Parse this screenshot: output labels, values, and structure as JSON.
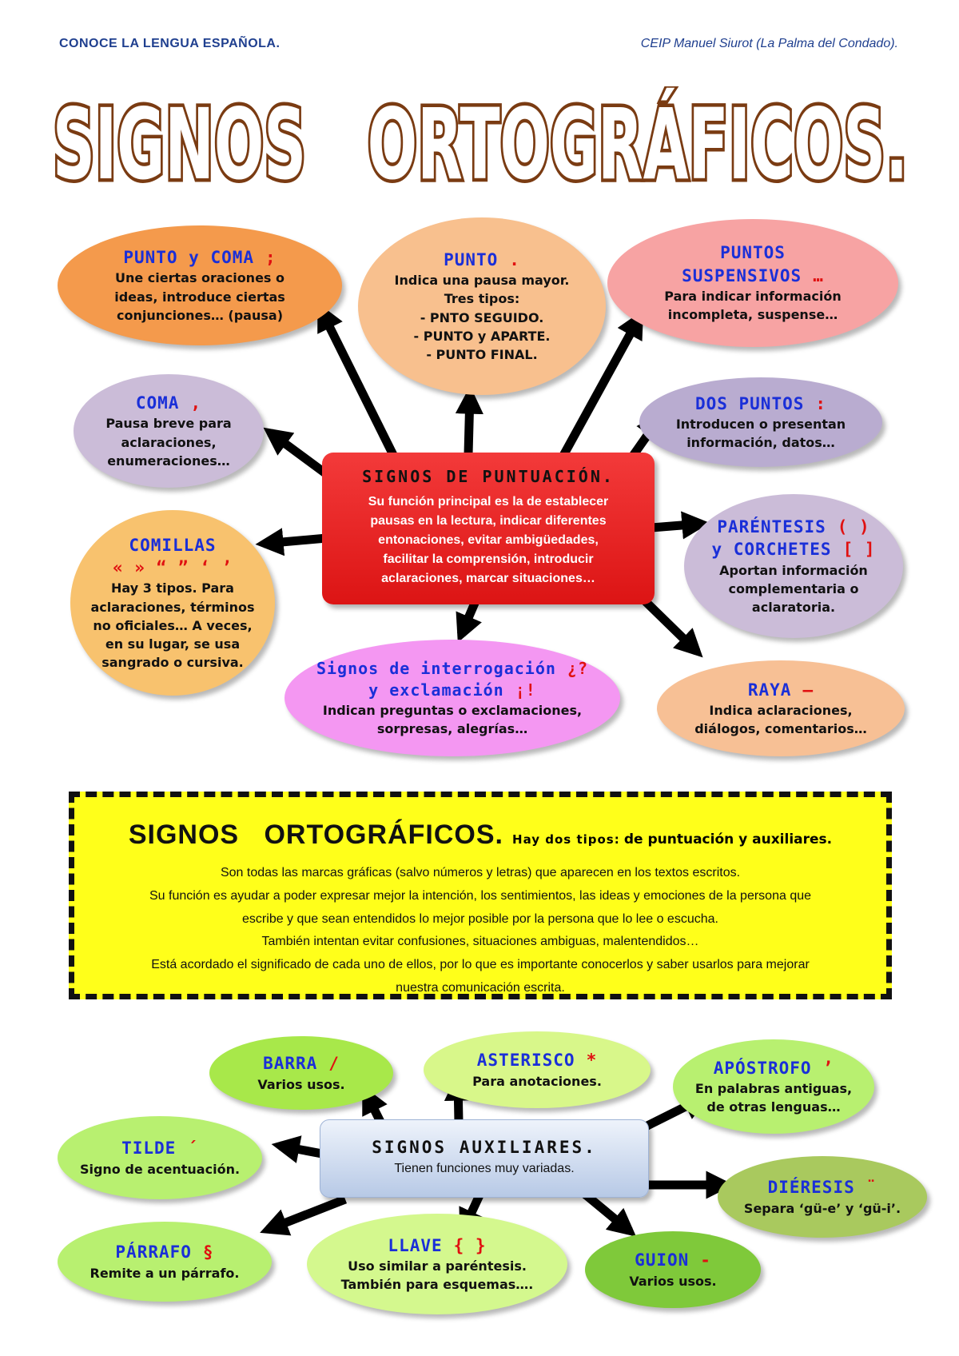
{
  "header": {
    "left": "CONOCE LA LENGUA ESPAÑOLA.",
    "right": "CEIP Manuel Siurot (La Palma del Condado)."
  },
  "title": "SIGNOS   ORTOGRÁFICOS.",
  "colors": {
    "title_fill": "#ffffff",
    "title_stroke": "#7a3b12",
    "oval_title": "#1a2fd8",
    "symbol": "#e01010",
    "center_box": "#e82222",
    "yellow_box": "#ffff1a",
    "aux_box": "#c9d7ee"
  },
  "punctuation": {
    "center": {
      "title": "SIGNOS DE PUNTUACIÓN.",
      "lines": [
        "Su función principal es la de establecer",
        "pausas en la lectura, indicar diferentes",
        "entonaciones, evitar ambigüedades,",
        "facilitar la comprensión, introducir",
        "aclaraciones, marcar situaciones…"
      ]
    },
    "punto_coma": {
      "title": "PUNTO y COMA",
      "symbol": ";",
      "lines": [
        "Une ciertas oraciones o",
        "ideas, introduce ciertas",
        "conjunciones… (pausa)"
      ]
    },
    "punto": {
      "title": "PUNTO",
      "symbol": ".",
      "lines": [
        "Indica una pausa mayor.",
        "Tres tipos:",
        "- PNTO SEGUIDO.",
        "- PUNTO y APARTE.",
        "- PUNTO FINAL."
      ]
    },
    "suspensivos": {
      "title1": "PUNTOS",
      "title2": "SUSPENSIVOS",
      "symbol": "…",
      "lines": [
        "Para indicar información",
        "incompleta, suspense…"
      ]
    },
    "coma": {
      "title": "COMA",
      "symbol": ",",
      "lines": [
        "Pausa breve para",
        "aclaraciones,",
        "enumeraciones…"
      ]
    },
    "dos_puntos": {
      "title": "DOS PUNTOS",
      "symbol": ":",
      "lines": [
        "Introducen o presentan",
        "información, datos…"
      ]
    },
    "comillas": {
      "title": "COMILLAS",
      "symbols": "« »   “ ”   ‘ ’",
      "lines": [
        "Hay 3 tipos. Para",
        "aclaraciones, términos",
        "no oficiales… A veces,",
        "en su lugar, se usa",
        "sangrado o cursiva."
      ]
    },
    "parentesis": {
      "title1": "PARÉNTESIS",
      "symbol1": "( )",
      "title2": "y CORCHETES",
      "symbol2": "[ ]",
      "lines": [
        "Aportan información",
        "complementaria o",
        "aclaratoria."
      ]
    },
    "interrogacion": {
      "title1": "Signos de interrogación",
      "symbol1": "¿?",
      "title2": "y exclamación",
      "symbol2": "¡!",
      "lines": [
        "Indican preguntas o exclamaciones,",
        "sorpresas, alegrías…"
      ]
    },
    "raya": {
      "title": "RAYA",
      "symbol": "—",
      "lines": [
        "Indica aclaraciones,",
        "diálogos, comentarios…"
      ]
    }
  },
  "definition": {
    "title": "SIGNOS   ORTOGRÁFICOS.",
    "sub_prefix": "Hay dos tipos:",
    "sub_rest": "de puntuación y auxiliares.",
    "lines": [
      "Son todas las marcas gráficas (salvo números y letras) que aparecen en los textos escritos.",
      "Su función es ayudar a poder expresar mejor la intención, los sentimientos, las ideas y emociones de la persona que",
      "escribe y que sean entendidos lo mejor posible por la persona que lo lee o escucha.",
      "También intentan evitar confusiones, situaciones ambiguas, malentendidos…",
      "Está acordado el significado de cada uno de ellos, por lo que es importante conocerlos y saber usarlos para mejorar",
      "nuestra comunicación escrita."
    ]
  },
  "auxiliary": {
    "center": {
      "title": "SIGNOS AUXILIARES.",
      "text": "Tienen funciones muy variadas."
    },
    "barra": {
      "title": "BARRA",
      "symbol": "/",
      "lines": [
        "Varios usos."
      ]
    },
    "asterisco": {
      "title": "ASTERISCO",
      "symbol": "*",
      "lines": [
        "Para anotaciones."
      ]
    },
    "apostrofo": {
      "title": "APÓSTROFO",
      "symbol": "’",
      "lines": [
        "En palabras antiguas,",
        "de otras lenguas…"
      ]
    },
    "tilde": {
      "title": "TILDE",
      "symbol": "´",
      "lines": [
        "Signo de acentuación."
      ]
    },
    "dieresis": {
      "title": "DIÉRESIS",
      "symbol": "¨",
      "lines": [
        "Separa ‘gü-e’ y ‘gü-i’."
      ]
    },
    "parrafo": {
      "title": "PÁRRAFO",
      "symbol": "§",
      "lines": [
        "Remite a un párrafo."
      ]
    },
    "llave": {
      "title": "LLAVE",
      "symbol": "{ }",
      "lines": [
        "Uso similar a paréntesis.",
        "También para esquemas…."
      ]
    },
    "guion": {
      "title": "GUION",
      "symbol": "-",
      "lines": [
        "Varios usos."
      ]
    }
  }
}
